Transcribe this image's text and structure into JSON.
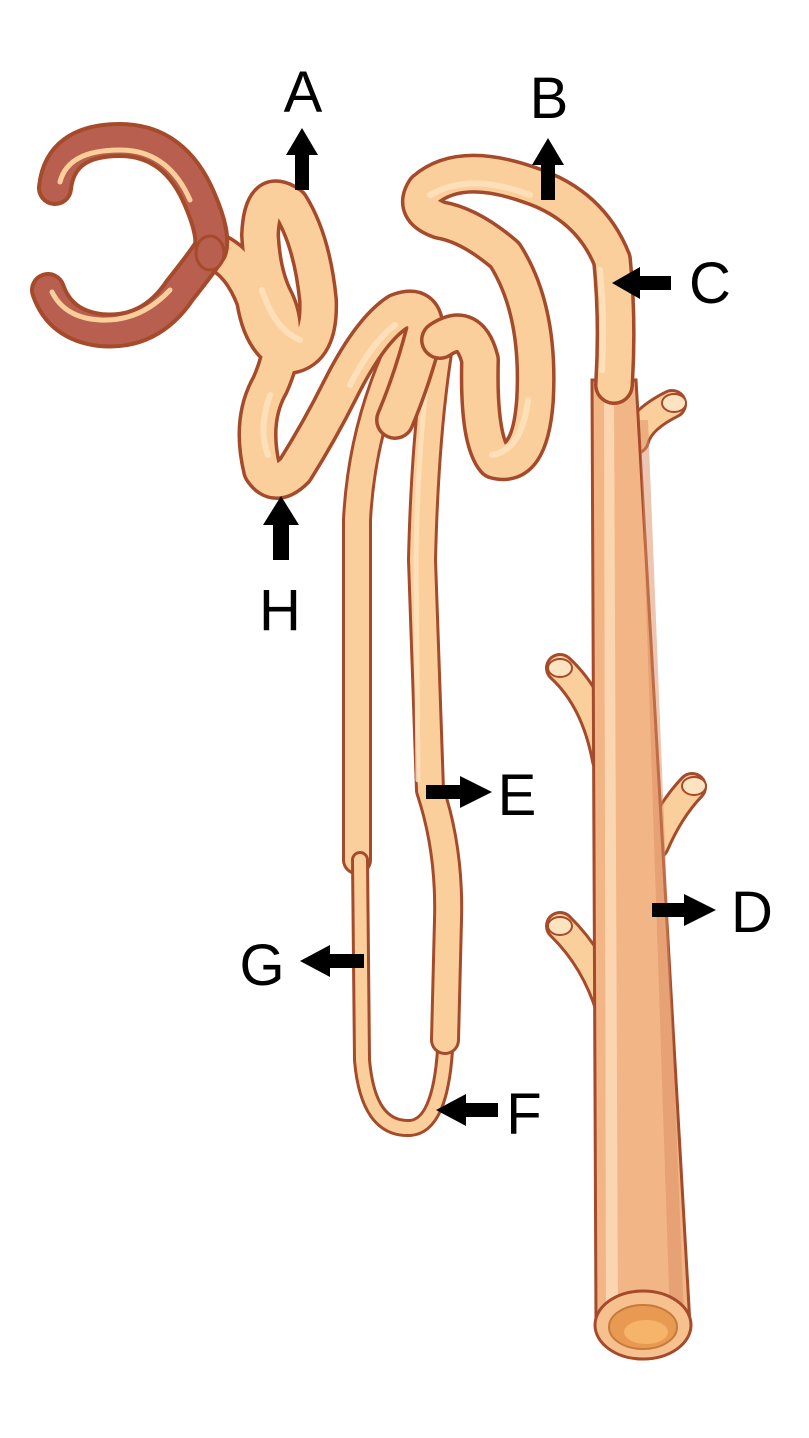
{
  "labels": {
    "a": "A",
    "b": "B",
    "c": "C",
    "d": "D",
    "e": "E",
    "f": "F",
    "g": "G",
    "h": "H"
  },
  "colors": {
    "tubule_fill": "#fbcf9b",
    "tubule_outline": "#a54a2a",
    "capsule_fill": "#b85f4f",
    "collecting_duct": "#f2b585",
    "arrow": "#000000"
  }
}
